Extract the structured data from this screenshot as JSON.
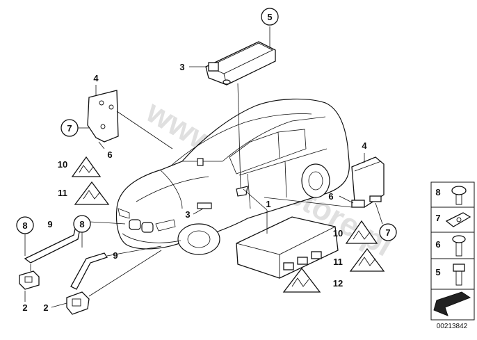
{
  "diagram": {
    "callouts": {
      "control_unit": "1",
      "sensor_left": "2",
      "sensor_right": "2",
      "sat_unit_top": "3",
      "sat_unit_center": "3",
      "bracket_left": "4",
      "bracket_right": "4",
      "circle_5_top": "5",
      "bolt_6_left": "6",
      "bolt_6_right": "6",
      "circle_7_left": "7",
      "circle_7_right": "7",
      "circle_8_a": "8",
      "circle_8_b": "8",
      "bracket_9_a": "9",
      "bracket_9_b": "9",
      "label_10_left": "10",
      "label_10_right": "10",
      "label_11_left": "11",
      "label_11_right": "11",
      "label_12": "12"
    },
    "watermark": "www.BMWstore.pl",
    "diagram_number": "00213842",
    "legend": {
      "items": [
        "8",
        "7",
        "6",
        "5"
      ]
    }
  }
}
